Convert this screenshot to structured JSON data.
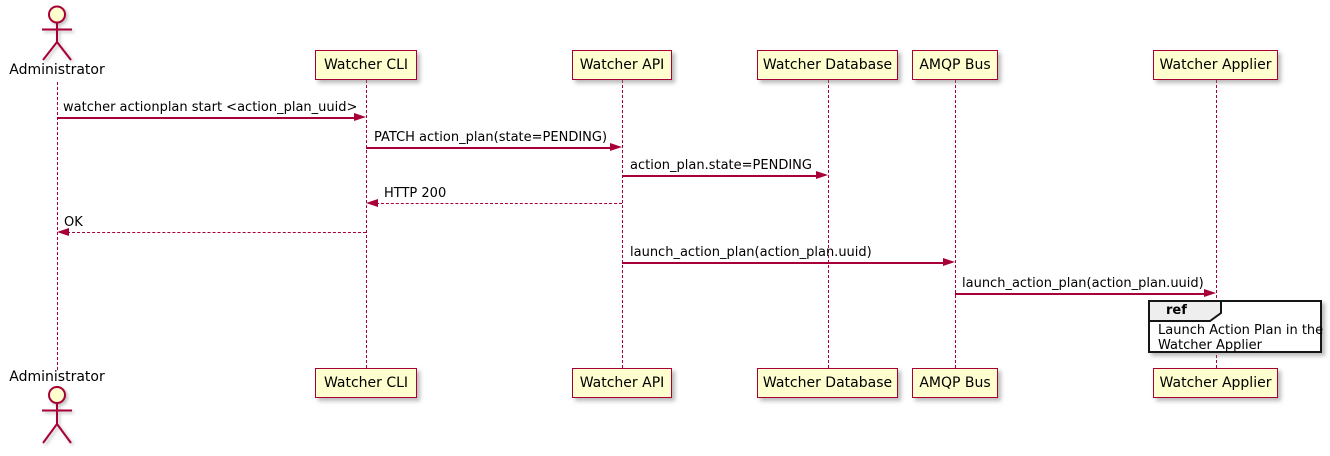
{
  "diagram_type": "uml-sequence",
  "colors": {
    "background": "#FFFFFF",
    "participant_fill": "#FEFECE",
    "participant_border": "#A80036",
    "arrow": "#A80036",
    "lifeline": "#A80036",
    "message_text": "#000000",
    "ref_border": "#000000",
    "ref_header_fill": "#EEEEEE"
  },
  "actor": {
    "label": "Administrator"
  },
  "participants": [
    {
      "label": "Watcher CLI"
    },
    {
      "label": "Watcher API"
    },
    {
      "label": "Watcher Database"
    },
    {
      "label": "AMQP Bus"
    },
    {
      "label": "Watcher Applier"
    }
  ],
  "messages": [
    {
      "text": "watcher actionplan start <action_plan_uuid>",
      "from": "Administrator",
      "to": "Watcher CLI",
      "style": "solid"
    },
    {
      "text": "PATCH action_plan(state=PENDING)",
      "from": "Watcher CLI",
      "to": "Watcher API",
      "style": "solid"
    },
    {
      "text": "action_plan.state=PENDING",
      "from": "Watcher API",
      "to": "Watcher Database",
      "style": "solid"
    },
    {
      "text": "HTTP 200",
      "from": "Watcher API",
      "to": "Watcher CLI",
      "style": "dashed-return"
    },
    {
      "text": "OK",
      "from": "Watcher CLI",
      "to": "Administrator",
      "style": "dashed-return"
    },
    {
      "text": "launch_action_plan(action_plan.uuid)",
      "from": "Watcher API",
      "to": "AMQP Bus",
      "style": "solid"
    },
    {
      "text": "launch_action_plan(action_plan.uuid)",
      "from": "AMQP Bus",
      "to": "Watcher Applier",
      "style": "solid"
    }
  ],
  "ref": {
    "keyword": "ref",
    "line1": "Launch Action Plan in the",
    "line2": "Watcher Applier"
  }
}
